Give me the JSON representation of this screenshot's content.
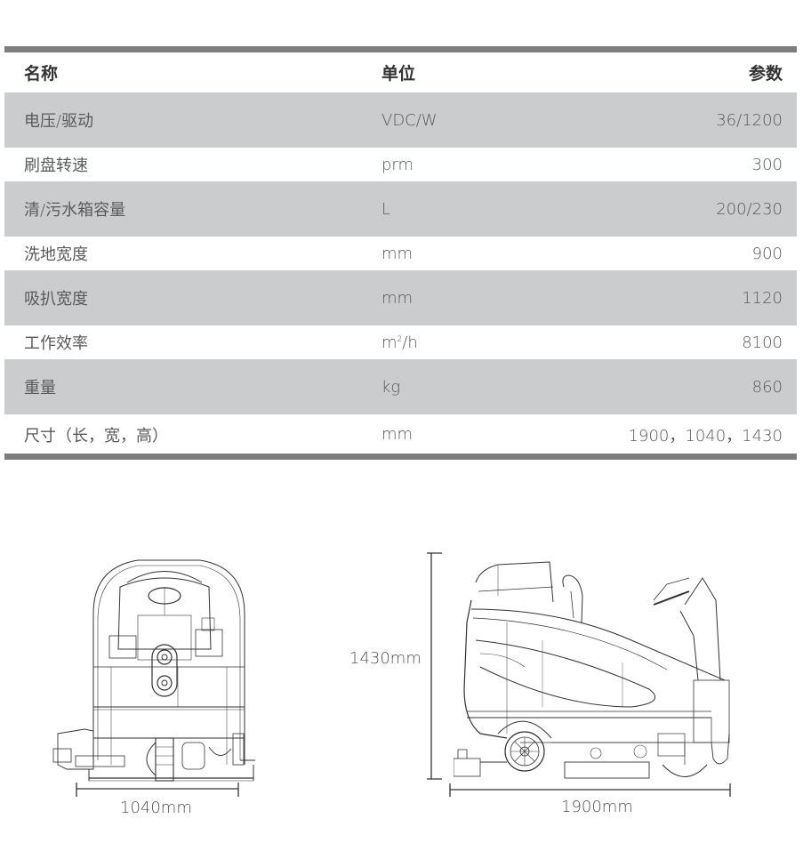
{
  "spec_table": {
    "headers": {
      "name": "名称",
      "unit": "单位",
      "value": "参数"
    },
    "rows": [
      {
        "name": "电压/驱动",
        "unit": "VDC/W",
        "value": "36/1200"
      },
      {
        "name": "刷盘转速",
        "unit": "prm",
        "value": "300"
      },
      {
        "name": "清/污水箱容量",
        "unit": "L",
        "value": "200/230"
      },
      {
        "name": "洗地宽度",
        "unit": "mm",
        "value": "900"
      },
      {
        "name": "吸扒宽度",
        "unit": "mm",
        "value": "1120"
      },
      {
        "name": "工作效率",
        "unit": "m²/h",
        "unit_base": "m",
        "unit_sup": "2",
        "unit_tail": "/h",
        "value": "8100"
      },
      {
        "name": "重量",
        "unit": "kg",
        "value": "860"
      },
      {
        "name": "尺寸（长，宽，高）",
        "unit": "mm",
        "value": "1900，1040，1430"
      }
    ]
  },
  "drawings": {
    "front_view": {
      "name": "front-view",
      "width_label": "1040mm"
    },
    "side_view": {
      "name": "side-view",
      "height_label": "1430mm",
      "length_label": "1900mm"
    }
  },
  "colors": {
    "bar": "#7d7d7d",
    "stripe": "#cbccce",
    "header_text": "#333333",
    "body_text": "#5a5a5a",
    "line_art": "#333333"
  }
}
